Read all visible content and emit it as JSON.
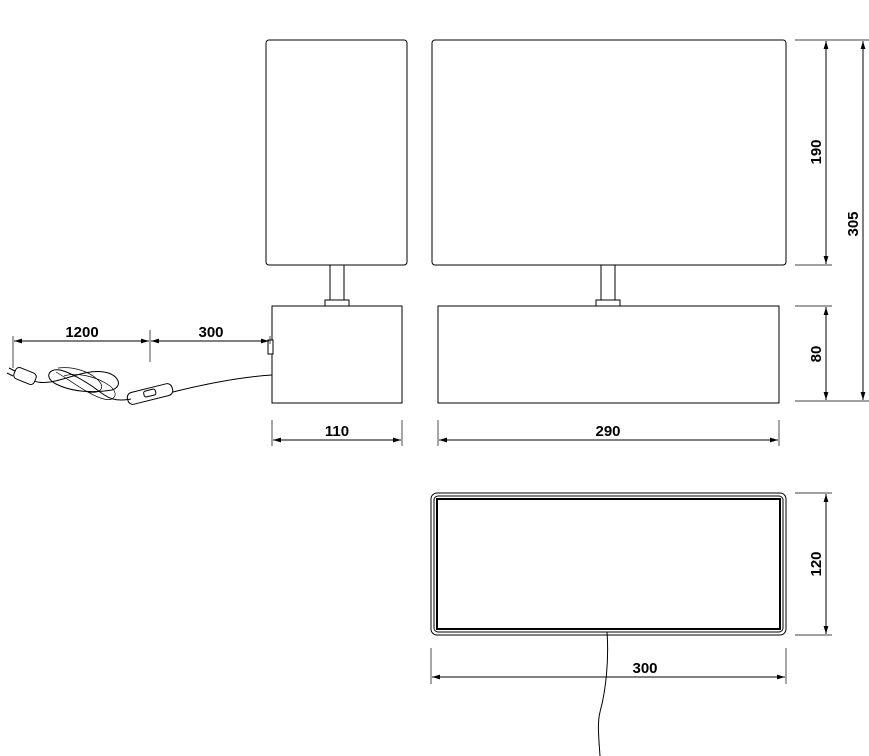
{
  "dimensions": {
    "cord_length": "1200",
    "switch_distance": "300",
    "side_width": "110",
    "front_width": "290",
    "shade_height": "190",
    "total_height": "305",
    "base_height": "80",
    "top_depth": "120",
    "top_width": "300"
  },
  "colors": {
    "line": "#000000",
    "background": "#ffffff"
  }
}
